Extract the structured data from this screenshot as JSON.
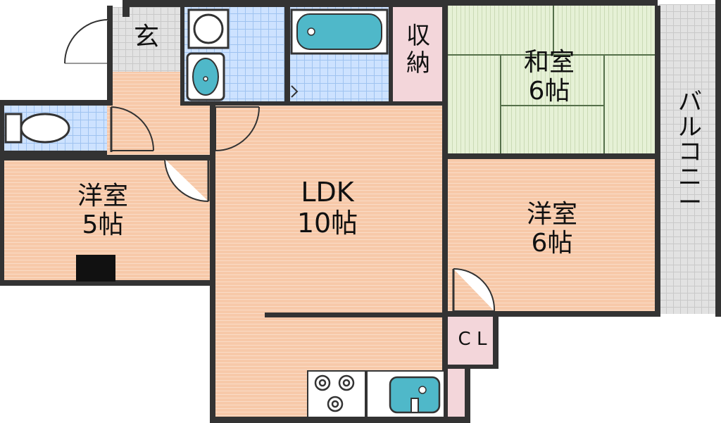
{
  "rooms": {
    "entrance": "玄",
    "storage": "収\n納",
    "washitsu": "和室\n6帖",
    "balcony": "バ\nル\nコ\nニ\nー",
    "yoshitsu5": "洋室\n5帖",
    "ldk": "LDK\n10帖",
    "yoshitsu6": "洋室\n6帖",
    "closet": "C L"
  },
  "colors": {
    "wood": "#f7c9a9",
    "tile": "#cde2ff",
    "storage": "#f3d6da",
    "tatami": "#e6f1d6",
    "balcony": "#e2e2e2",
    "wall": "#333333",
    "fixture": "#4fb8c9"
  }
}
